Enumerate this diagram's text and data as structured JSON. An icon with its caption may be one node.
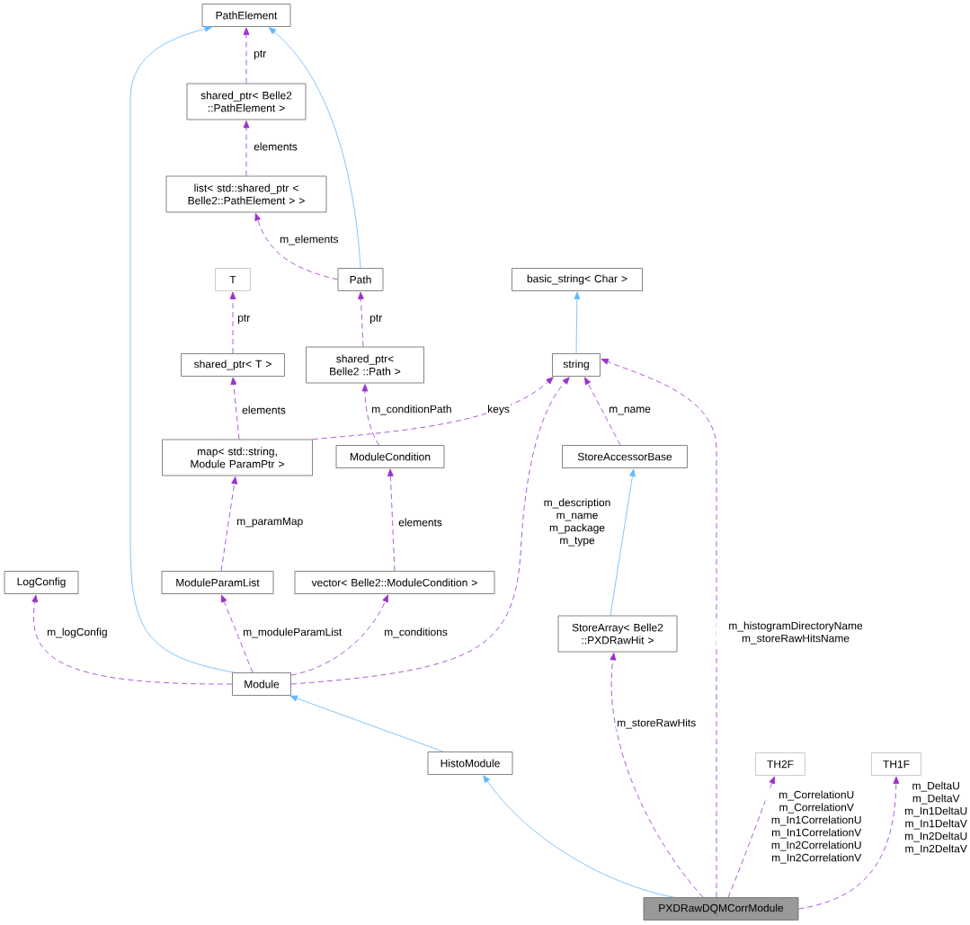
{
  "diagram": {
    "nodes": [
      {
        "text": [
          "PathElement"
        ]
      },
      {
        "text": [
          "shared_ptr< Belle2 ::PathElement >"
        ]
      },
      {
        "text": [
          "list< std::shared_ptr < Belle2::PathElement > >"
        ]
      },
      {
        "text": [
          "T"
        ]
      },
      {
        "text": [
          "Path"
        ]
      },
      {
        "text": [
          "basic_string< Char >"
        ]
      },
      {
        "text": [
          "shared_ptr< T >"
        ]
      },
      {
        "text": [
          "shared_ptr< Belle2 ::Path >"
        ]
      },
      {
        "text": [
          "string"
        ]
      },
      {
        "text": [
          "map< std::string, Module ParamPtr >"
        ]
      },
      {
        "text": [
          "ModuleCondition"
        ]
      },
      {
        "text": [
          "StoreAccessorBase"
        ]
      },
      {
        "text": [
          "LogConfig"
        ]
      },
      {
        "text": [
          "ModuleParamList"
        ]
      },
      {
        "text": [
          "vector< Belle2::ModuleCondition >"
        ]
      },
      {
        "text": [
          "StoreArray< Belle2 ::PXDRawHit >"
        ]
      },
      {
        "text": [
          "Module"
        ]
      },
      {
        "text": [
          "HistoModule"
        ]
      },
      {
        "text": [
          "TH2F"
        ]
      },
      {
        "text": [
          "TH1F"
        ]
      },
      {
        "text": [
          "PXDRawDQMCorrModule"
        ]
      }
    ],
    "edges": [
      {
        "from": 16,
        "to": 0,
        "arrow": "to",
        "color": "#63b8ff"
      },
      {
        "from": 4,
        "to": 0,
        "arrow": "to",
        "color": "#63b8ff"
      },
      {
        "from": 1,
        "to": 0,
        "arrow": "to",
        "label": "ptr",
        "style": "dashed"
      },
      {
        "from": 2,
        "to": 1,
        "arrow": "to",
        "label": "elements",
        "style": "dashed"
      },
      {
        "from": 4,
        "to": 2,
        "arrow": "to",
        "label": "m_elements",
        "style": "dashed"
      },
      {
        "from": 6,
        "to": 3,
        "arrow": "to",
        "label": "ptr",
        "style": "dashed"
      },
      {
        "from": 7,
        "to": 4,
        "arrow": "to",
        "label": "ptr",
        "style": "dashed"
      },
      {
        "from": 9,
        "to": 6,
        "arrow": "to",
        "label": "elements",
        "style": "dashed"
      },
      {
        "from": 10,
        "to": 7,
        "arrow": "to",
        "label": "m_conditionPath",
        "style": "dashed"
      },
      {
        "from": 9,
        "to": 8,
        "arrow": "to",
        "label": "keys",
        "style": "dashed"
      },
      {
        "from": 11,
        "to": 8,
        "arrow": "to",
        "label": "m_name",
        "style": "dashed"
      },
      {
        "from": 13,
        "to": 9,
        "arrow": "to",
        "label": "m_paramMap",
        "style": "dashed"
      },
      {
        "from": 14,
        "to": 10,
        "arrow": "to",
        "label": "elements",
        "style": "dashed"
      },
      {
        "from": 16,
        "to": 12,
        "arrow": "to",
        "label": "m_logConfig",
        "style": "dashed"
      },
      {
        "from": 16,
        "to": 13,
        "arrow": "to",
        "label": "m_moduleParamList",
        "style": "dashed"
      },
      {
        "from": 16,
        "to": 14,
        "arrow": "to",
        "label": "m_conditions",
        "style": "dashed"
      },
      {
        "from": 16,
        "to": 8,
        "arrow": "to",
        "label": "m_description m_name m_package m_type",
        "style": "dashed"
      },
      {
        "from": 20,
        "to": 15,
        "arrow": "to",
        "label": "m_storeRawHits",
        "style": "dashed"
      },
      {
        "from": 20,
        "to": 8,
        "arrow": "to",
        "label": "m_histogramDirectoryName m_storeRawHitsName",
        "style": "dashed"
      },
      {
        "from": 20,
        "to": 18,
        "arrow": "to",
        "label": "m_CorrelationU m_CorrelationV m_In1CorrelationU m_In1CorrelationV m_In2CorrelationU m_In2CorrelationV",
        "style": "dashed"
      },
      {
        "from": 20,
        "to": 19,
        "arrow": "to",
        "label": "m_DeltaU m_DeltaV m_In1DeltaU m_In1DeltaV m_In2DeltaU m_In2DeltaV",
        "style": "dashed"
      },
      {
        "from": 8,
        "to": 5,
        "arrow": "to",
        "color": "#63b8ff"
      },
      {
        "from": 15,
        "to": 11,
        "arrow": "to",
        "color": "#63b8ff"
      },
      {
        "from": 17,
        "to": 16,
        "arrow": "to",
        "color": "#63b8ff"
      },
      {
        "from": 20,
        "to": 17,
        "arrow": "to",
        "color": "#63b8ff"
      }
    ]
  }
}
